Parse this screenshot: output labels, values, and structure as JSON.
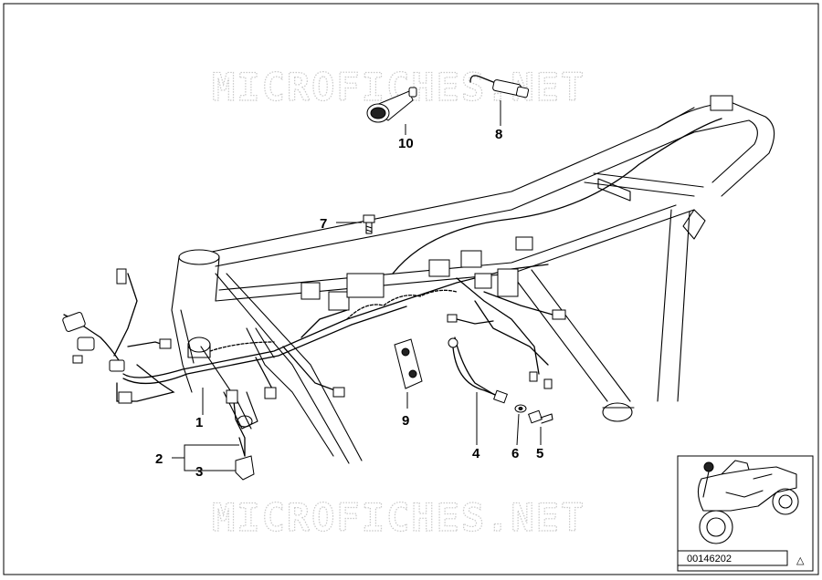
{
  "watermark_text": "MICROFICHES.NET",
  "callouts": [
    {
      "id": "1",
      "label": "1"
    },
    {
      "id": "2",
      "label": "2"
    },
    {
      "id": "3",
      "label": "3"
    },
    {
      "id": "4",
      "label": "4"
    },
    {
      "id": "5",
      "label": "5"
    },
    {
      "id": "6",
      "label": "6"
    },
    {
      "id": "7",
      "label": "7"
    },
    {
      "id": "8",
      "label": "8"
    },
    {
      "id": "9",
      "label": "9"
    },
    {
      "id": "10",
      "label": "10"
    }
  ],
  "thumbnail": {
    "part_number": "00146202",
    "warning_symbol": "△"
  },
  "colors": {
    "line": "#000000",
    "watermark": "#c8c8c8",
    "background": "#ffffff"
  }
}
